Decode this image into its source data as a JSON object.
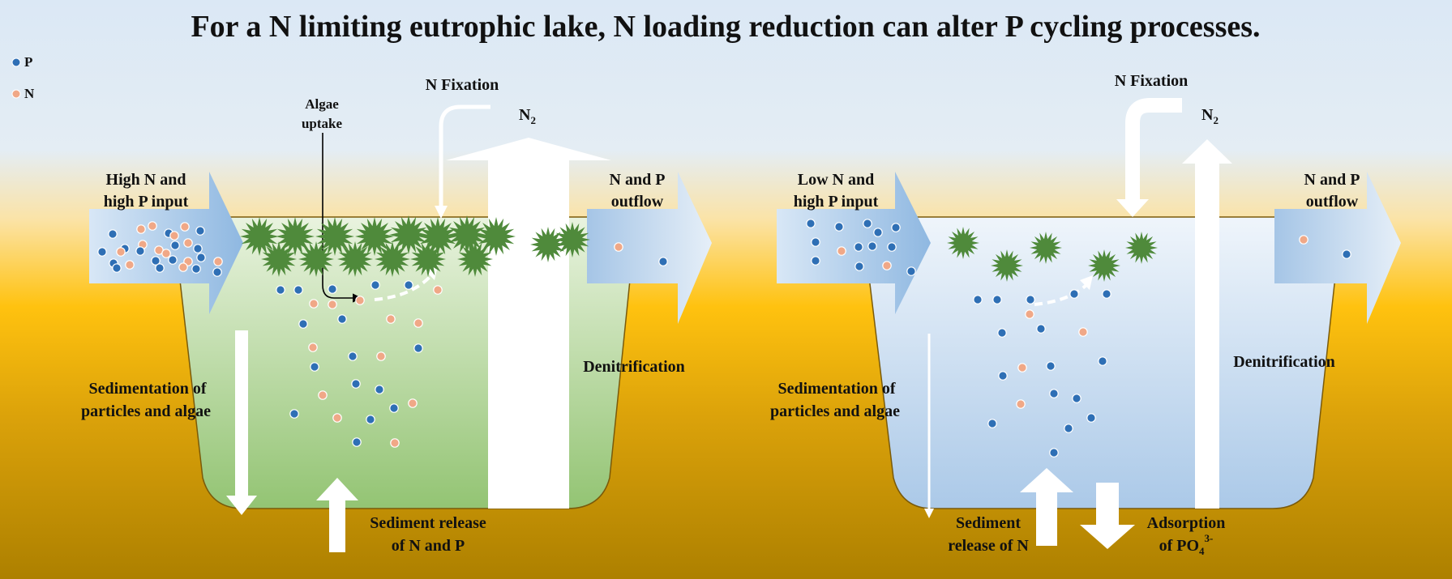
{
  "title": "For a N limiting eutrophic lake, N loading reduction can alter P cycling processes.",
  "legend": {
    "p_label": "P",
    "n_label": "N"
  },
  "colors": {
    "p_dot": "#2e6fb5",
    "n_dot": "#f0a887",
    "algae": "#4f8a3b",
    "left_water": "#9cc97c",
    "right_water": "#b4d0ec"
  },
  "left_panel": {
    "input_line1": "High N and",
    "input_line2": "high P input",
    "outflow_line1": "N and P",
    "outflow_line2": "outflow",
    "algae_line1": "Algae",
    "algae_line2": "uptake",
    "fixation": "N Fixation",
    "n2_base": "N",
    "n2_sub": "2",
    "denitrification": "Denitrification",
    "sed_line1": "Sedimentation of",
    "sed_line2": "particles and algae",
    "release_line1": "Sediment release",
    "release_line2": "of N and P"
  },
  "right_panel": {
    "input_line1": "Low N and",
    "input_line2": "high P input",
    "outflow_line1": "N and P",
    "outflow_line2": "outflow",
    "fixation": "N Fixation",
    "n2_base": "N",
    "n2_sub": "2",
    "denitrification": "Denitrification",
    "sed_line1": "Sedimentation of",
    "sed_line2": "particles and algae",
    "release_line1": "Sediment",
    "release_line2": "release of N",
    "adsorption_line1": "Adsorption",
    "adsorption_line2_base": "of PO",
    "adsorption_sub": "4",
    "adsorption_sup": "3-"
  }
}
